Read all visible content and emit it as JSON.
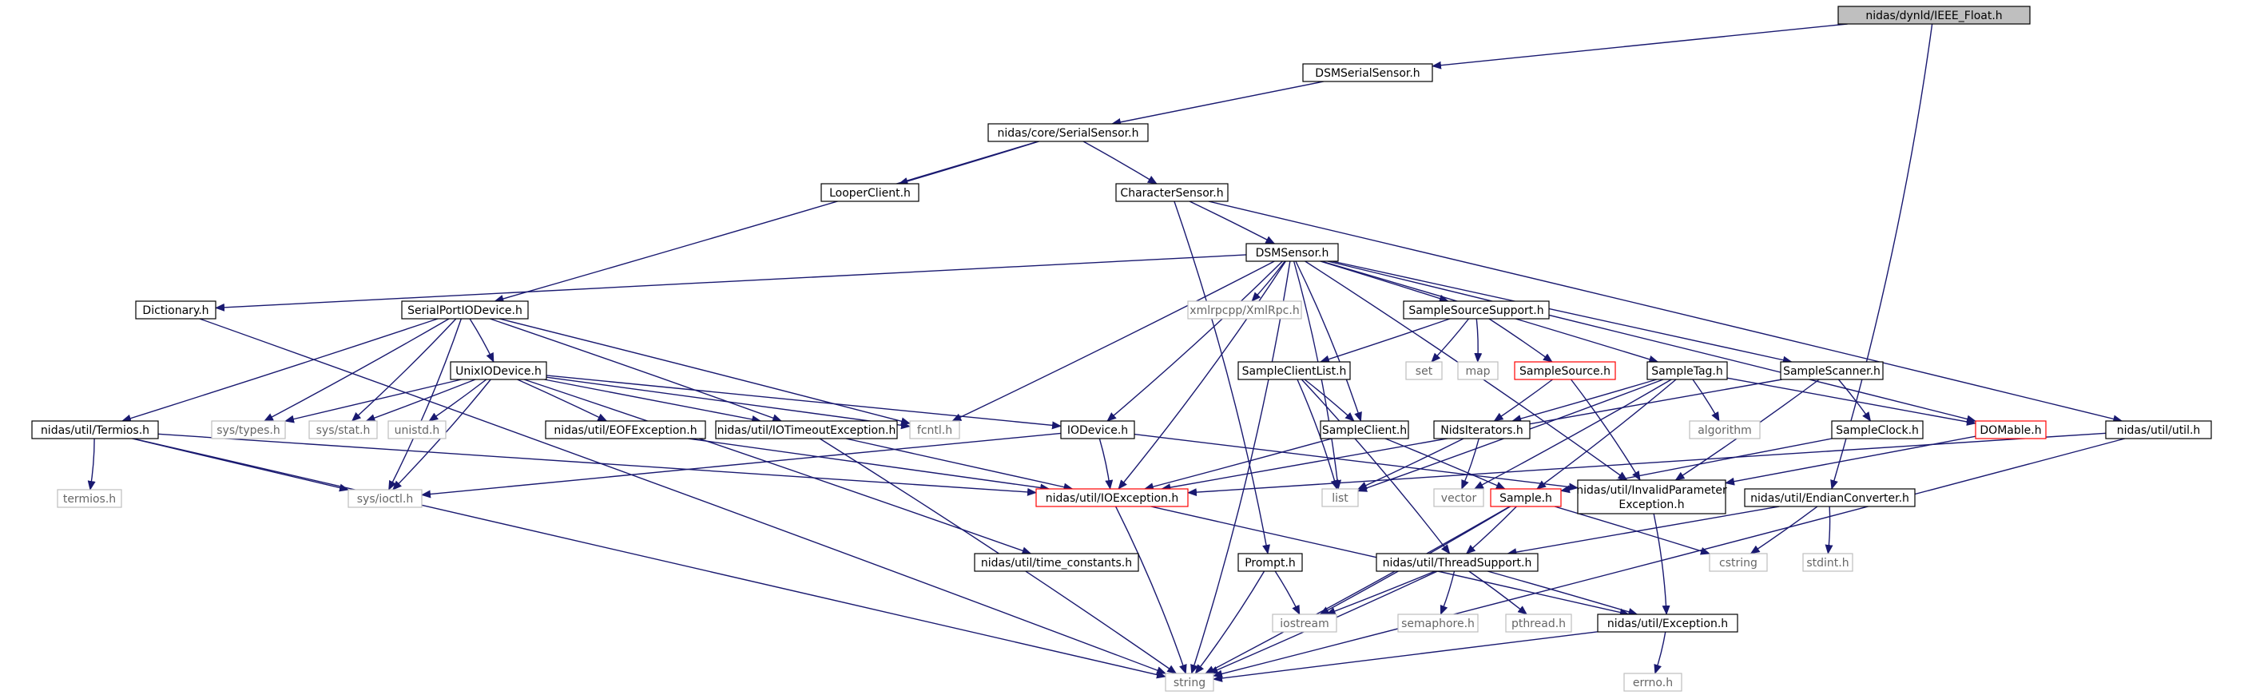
{
  "title": "nidas/dynld/IEEE_Float.h",
  "colors": {
    "edge": "#191970",
    "box_border_normal": "#000000",
    "box_border_external": "#bfbfbf",
    "box_border_has_more": "#ff0000",
    "root_fill": "#bfbfbf",
    "box_fill": "#ffffff",
    "text_normal": "#000000",
    "text_external": "#666666"
  },
  "nodes": [
    {
      "id": "root",
      "label": "nidas/dynld/IEEE_Float.h",
      "kind": "root"
    },
    {
      "id": "dsmserial",
      "label": "DSMSerialSensor.h",
      "kind": "normal"
    },
    {
      "id": "serialsensor",
      "label": "nidas/core/SerialSensor.h",
      "kind": "normal"
    },
    {
      "id": "looper",
      "label": "LooperClient.h",
      "kind": "normal"
    },
    {
      "id": "charsensor",
      "label": "CharacterSensor.h",
      "kind": "normal"
    },
    {
      "id": "dsmsensor",
      "label": "DSMSensor.h",
      "kind": "normal"
    },
    {
      "id": "dictionary",
      "label": "Dictionary.h",
      "kind": "normal"
    },
    {
      "id": "serialport",
      "label": "SerialPortIODevice.h",
      "kind": "normal"
    },
    {
      "id": "xmlrpc",
      "label": "xmlrpcpp/XmlRpc.h",
      "kind": "external"
    },
    {
      "id": "sss",
      "label": "SampleSourceSupport.h",
      "kind": "normal"
    },
    {
      "id": "unixio",
      "label": "UnixIODevice.h",
      "kind": "normal"
    },
    {
      "id": "set",
      "label": "set",
      "kind": "external"
    },
    {
      "id": "map",
      "label": "map",
      "kind": "external"
    },
    {
      "id": "sampleclientlist",
      "label": "SampleClientList.h",
      "kind": "normal"
    },
    {
      "id": "samplesource",
      "label": "SampleSource.h",
      "kind": "has_more"
    },
    {
      "id": "sampletag",
      "label": "SampleTag.h",
      "kind": "normal"
    },
    {
      "id": "samplescanner",
      "label": "SampleScanner.h",
      "kind": "normal"
    },
    {
      "id": "termios_h",
      "label": "nidas/util/Termios.h",
      "kind": "normal"
    },
    {
      "id": "systypes",
      "label": "sys/types.h",
      "kind": "external"
    },
    {
      "id": "sysstat",
      "label": "sys/stat.h",
      "kind": "external"
    },
    {
      "id": "unistd",
      "label": "unistd.h",
      "kind": "external"
    },
    {
      "id": "eofexc",
      "label": "nidas/util/EOFException.h",
      "kind": "normal"
    },
    {
      "id": "iotimeout",
      "label": "nidas/util/IOTimeoutException.h",
      "kind": "normal"
    },
    {
      "id": "fcntl",
      "label": "fcntl.h",
      "kind": "external"
    },
    {
      "id": "iodevice",
      "label": "IODevice.h",
      "kind": "normal"
    },
    {
      "id": "sampleclient",
      "label": "SampleClient.h",
      "kind": "normal"
    },
    {
      "id": "nidsiter",
      "label": "NidsIterators.h",
      "kind": "normal"
    },
    {
      "id": "algorithm",
      "label": "algorithm",
      "kind": "external"
    },
    {
      "id": "sampleclock",
      "label": "SampleClock.h",
      "kind": "normal"
    },
    {
      "id": "domable",
      "label": "DOMable.h",
      "kind": "has_more"
    },
    {
      "id": "utilh",
      "label": "nidas/util/util.h",
      "kind": "normal"
    },
    {
      "id": "termios",
      "label": "termios.h",
      "kind": "external"
    },
    {
      "id": "sysioctl",
      "label": "sys/ioctl.h",
      "kind": "external"
    },
    {
      "id": "ioexc",
      "label": "nidas/util/IOException.h",
      "kind": "has_more"
    },
    {
      "id": "list",
      "label": "list",
      "kind": "external"
    },
    {
      "id": "vector",
      "label": "vector",
      "kind": "external"
    },
    {
      "id": "sampleh",
      "label": "Sample.h",
      "kind": "has_more"
    },
    {
      "id": "invparam",
      "label": "nidas/util/InvalidParameter\nException.h",
      "kind": "normal"
    },
    {
      "id": "endian",
      "label": "nidas/util/EndianConverter.h",
      "kind": "normal"
    },
    {
      "id": "timeconst",
      "label": "nidas/util/time_constants.h",
      "kind": "normal"
    },
    {
      "id": "prompt",
      "label": "Prompt.h",
      "kind": "normal"
    },
    {
      "id": "threadsup",
      "label": "nidas/util/ThreadSupport.h",
      "kind": "normal"
    },
    {
      "id": "cstring",
      "label": "cstring",
      "kind": "external"
    },
    {
      "id": "stdint",
      "label": "stdint.h",
      "kind": "external"
    },
    {
      "id": "iostream",
      "label": "iostream",
      "kind": "external"
    },
    {
      "id": "semaphore",
      "label": "semaphore.h",
      "kind": "external"
    },
    {
      "id": "pthread",
      "label": "pthread.h",
      "kind": "external"
    },
    {
      "id": "exception",
      "label": "nidas/util/Exception.h",
      "kind": "normal"
    },
    {
      "id": "string",
      "label": "string",
      "kind": "external"
    },
    {
      "id": "errno",
      "label": "errno.h",
      "kind": "external"
    }
  ],
  "edges": [
    [
      "root",
      "dsmserial"
    ],
    [
      "root",
      "endian"
    ],
    [
      "dsmserial",
      "serialsensor"
    ],
    [
      "serialsensor",
      "looper"
    ],
    [
      "serialsensor",
      "charsensor"
    ],
    [
      "serialsensor",
      "serialport"
    ],
    [
      "charsensor",
      "dsmsensor"
    ],
    [
      "charsensor",
      "prompt"
    ],
    [
      "charsensor",
      "utilh"
    ],
    [
      "dsmsensor",
      "dictionary"
    ],
    [
      "dsmsensor",
      "xmlrpc"
    ],
    [
      "dsmsensor",
      "sss"
    ],
    [
      "dsmsensor",
      "sampletag"
    ],
    [
      "dsmsensor",
      "samplescanner"
    ],
    [
      "dsmsensor",
      "domable"
    ],
    [
      "dsmsensor",
      "iodevice"
    ],
    [
      "dsmsensor",
      "ioexc"
    ],
    [
      "dsmsensor",
      "fcntl"
    ],
    [
      "dsmsensor",
      "sampleclient"
    ],
    [
      "dsmsensor",
      "list"
    ],
    [
      "dsmsensor",
      "string"
    ],
    [
      "dsmsensor",
      "invparam"
    ],
    [
      "dictionary",
      "string"
    ],
    [
      "serialport",
      "unixio"
    ],
    [
      "serialport",
      "termios_h"
    ],
    [
      "serialport",
      "systypes"
    ],
    [
      "serialport",
      "sysstat"
    ],
    [
      "serialport",
      "fcntl"
    ],
    [
      "serialport",
      "iotimeout"
    ],
    [
      "serialport",
      "sysioctl"
    ],
    [
      "sss",
      "sampleclientlist"
    ],
    [
      "sss",
      "set"
    ],
    [
      "sss",
      "map"
    ],
    [
      "sss",
      "samplesource"
    ],
    [
      "sampleclientlist",
      "sampleclient"
    ],
    [
      "sampleclientlist",
      "list"
    ],
    [
      "sampleclientlist",
      "threadsup"
    ],
    [
      "samplesource",
      "nidsiter"
    ],
    [
      "samplesource",
      "invparam"
    ],
    [
      "sampletag",
      "nidsiter"
    ],
    [
      "sampletag",
      "algorithm"
    ],
    [
      "sampletag",
      "domable"
    ],
    [
      "sampletag",
      "list"
    ],
    [
      "sampletag",
      "vector"
    ],
    [
      "sampletag",
      "sampleh"
    ],
    [
      "samplescanner",
      "sampleclock"
    ],
    [
      "samplescanner",
      "ioexc"
    ],
    [
      "samplescanner",
      "invparam"
    ],
    [
      "unixio",
      "systypes"
    ],
    [
      "unixio",
      "sysstat"
    ],
    [
      "unixio",
      "unistd"
    ],
    [
      "unixio",
      "eofexc"
    ],
    [
      "unixio",
      "iotimeout"
    ],
    [
      "unixio",
      "fcntl"
    ],
    [
      "unixio",
      "iodevice"
    ],
    [
      "unixio",
      "sysioctl"
    ],
    [
      "unixio",
      "timeconst"
    ],
    [
      "termios_h",
      "termios"
    ],
    [
      "termios_h",
      "sysioctl"
    ],
    [
      "termios_h",
      "ioexc"
    ],
    [
      "termios_h",
      "string"
    ],
    [
      "eofexc",
      "ioexc"
    ],
    [
      "iotimeout",
      "ioexc"
    ],
    [
      "iotimeout",
      "string"
    ],
    [
      "iodevice",
      "ioexc"
    ],
    [
      "iodevice",
      "sysioctl"
    ],
    [
      "iodevice",
      "invparam"
    ],
    [
      "sampleclient",
      "sampleh"
    ],
    [
      "sampleclient",
      "ioexc"
    ],
    [
      "nidsiter",
      "list"
    ],
    [
      "nidsiter",
      "vector"
    ],
    [
      "sampleclock",
      "sampleh"
    ],
    [
      "domable",
      "invparam"
    ],
    [
      "utilh",
      "ioexc"
    ],
    [
      "utilh",
      "string"
    ],
    [
      "ioexc",
      "exception"
    ],
    [
      "ioexc",
      "string"
    ],
    [
      "sampleh",
      "threadsup"
    ],
    [
      "sampleh",
      "iostream"
    ],
    [
      "sampleh",
      "cstring"
    ],
    [
      "sampleh",
      "string"
    ],
    [
      "invparam",
      "exception"
    ],
    [
      "endian",
      "threadsup"
    ],
    [
      "endian",
      "cstring"
    ],
    [
      "endian",
      "stdint"
    ],
    [
      "prompt",
      "iostream"
    ],
    [
      "prompt",
      "string"
    ],
    [
      "threadsup",
      "exception"
    ],
    [
      "threadsup",
      "iostream"
    ],
    [
      "threadsup",
      "semaphore"
    ],
    [
      "threadsup",
      "pthread"
    ],
    [
      "threadsup",
      "string"
    ],
    [
      "exception",
      "string"
    ],
    [
      "exception",
      "errno"
    ]
  ]
}
